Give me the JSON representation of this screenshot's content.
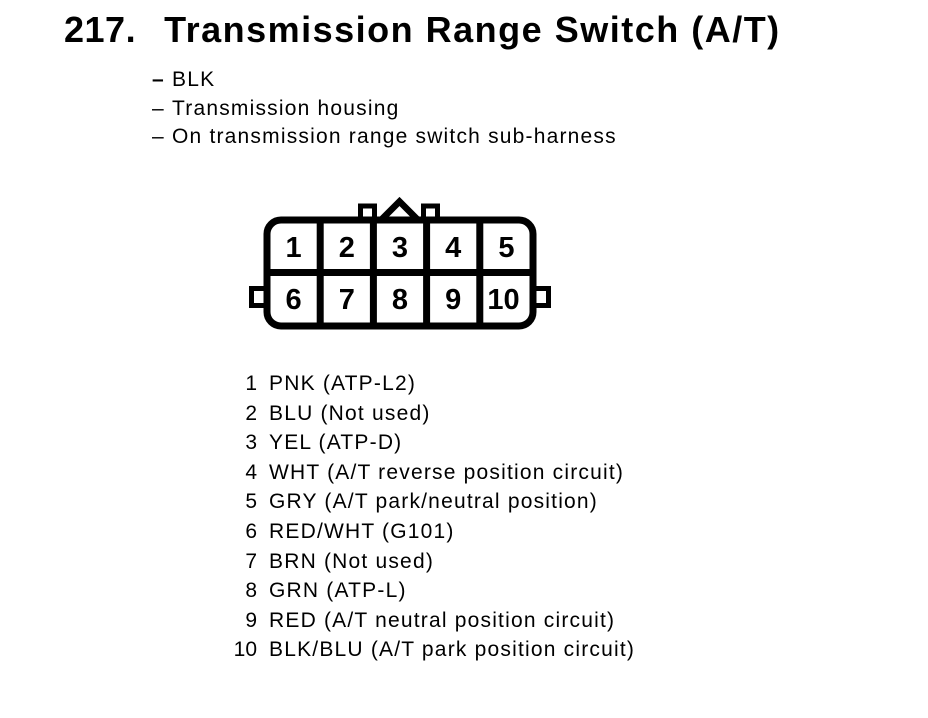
{
  "title": {
    "number": "217.",
    "text": "Transmission Range Switch (A/T)"
  },
  "notes": [
    {
      "dash": "–",
      "label": "BLK"
    },
    {
      "dash": "–",
      "label": "Transmission housing"
    },
    {
      "dash": "–",
      "label": "On transmission range switch sub-harness"
    }
  ],
  "connector": {
    "rows": 2,
    "columns": 5,
    "top_row": [
      "1",
      "2",
      "3",
      "4",
      "5"
    ],
    "bottom_row": [
      "6",
      "7",
      "8",
      "9",
      "10"
    ]
  },
  "pin_list": [
    {
      "pin": "1",
      "desc": "PNK (ATP-L2)"
    },
    {
      "pin": "2",
      "desc": "BLU (Not used)"
    },
    {
      "pin": "3",
      "desc": "YEL (ATP-D)"
    },
    {
      "pin": "4",
      "desc": "WHT (A/T reverse position circuit)"
    },
    {
      "pin": "5",
      "desc": "GRY (A/T park/neutral position)"
    },
    {
      "pin": "6",
      "desc": "RED/WHT (G101)"
    },
    {
      "pin": "7",
      "desc": "BRN (Not used)"
    },
    {
      "pin": "8",
      "desc": "GRN (ATP-L)"
    },
    {
      "pin": "9",
      "desc": "RED (A/T neutral position circuit)"
    },
    {
      "pin": "10",
      "desc": "BLK/BLU (A/T park position circuit)"
    }
  ],
  "colors": {
    "ink": "#000000",
    "paper": "#ffffff"
  }
}
